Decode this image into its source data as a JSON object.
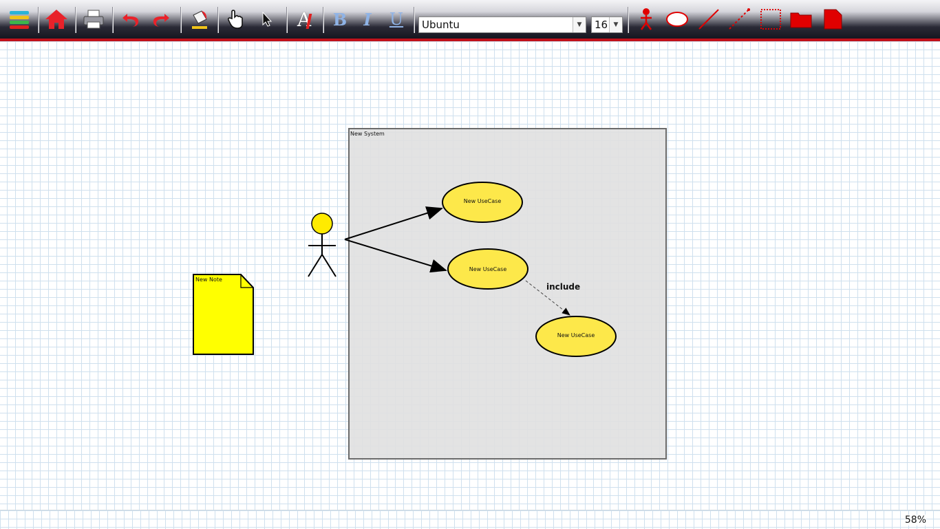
{
  "toolbar": {
    "font_family_value": "Ubuntu",
    "font_size_value": "16",
    "bold_label": "B",
    "italic_label": "I",
    "underline_label": "U",
    "text_style_label": "A"
  },
  "diagram": {
    "system_label": "New System",
    "usecase_1_label": "New UseCase",
    "usecase_2_label": "New UseCase",
    "usecase_3_label": "New UseCase",
    "include_label": "include",
    "note_label": "New Note"
  },
  "status": {
    "zoom": "58%"
  },
  "colors": {
    "accent_red": "#e00000",
    "usecase_fill": "#fde84a",
    "note_fill": "#ffff00",
    "system_fill": "#e0e0e0",
    "grid": "#cfe0ee"
  }
}
